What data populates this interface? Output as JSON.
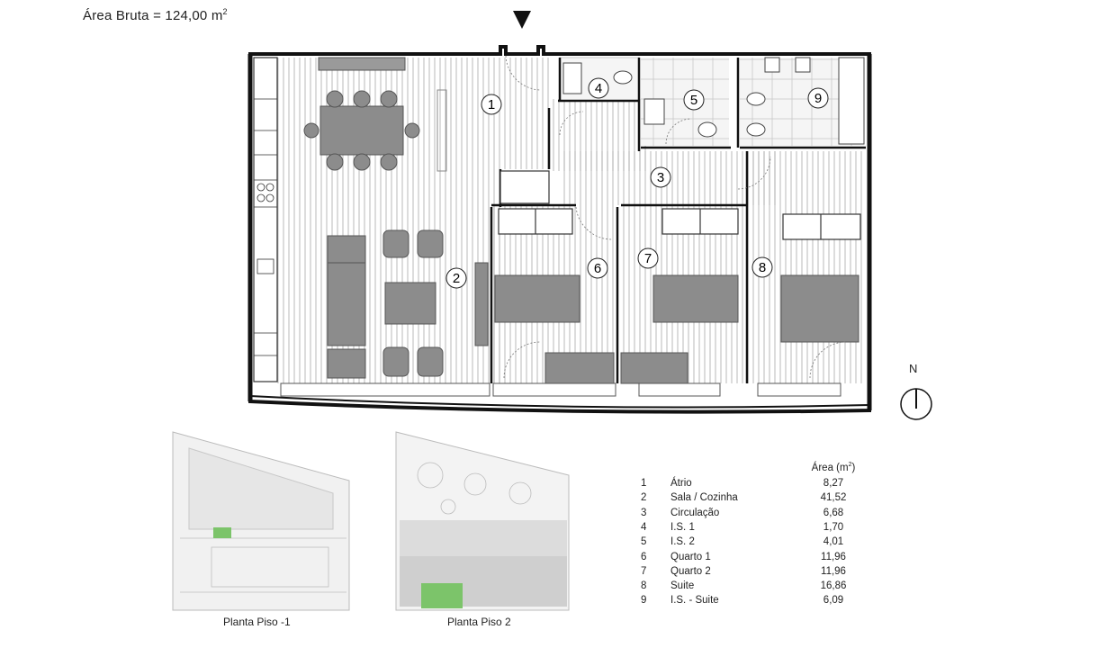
{
  "header": {
    "title_prefix": "Área Bruta = 124,00 m",
    "title_sup": "2"
  },
  "rooms": [
    {
      "id": "1",
      "name": "Átrio",
      "area": "8,27"
    },
    {
      "id": "2",
      "name": "Sala / Cozinha",
      "area": "41,52"
    },
    {
      "id": "3",
      "name": "Circulação",
      "area": "6,68"
    },
    {
      "id": "4",
      "name": "I.S. 1",
      "area": "1,70"
    },
    {
      "id": "5",
      "name": "I.S. 2",
      "area": "4,01"
    },
    {
      "id": "6",
      "name": "Quarto 1",
      "area": "11,96"
    },
    {
      "id": "7",
      "name": "Quarto 2",
      "area": "11,96"
    },
    {
      "id": "8",
      "name": "Suite",
      "area": "16,86"
    },
    {
      "id": "9",
      "name": "I.S. - Suite",
      "area": "6,09"
    }
  ],
  "area_table": {
    "header_prefix": "Área (m",
    "header_sup": "2",
    "header_suffix": ")"
  },
  "north": {
    "label": "N"
  },
  "mini_plans": [
    {
      "caption": "Planta Piso -1"
    },
    {
      "caption": "Planta Piso 2"
    }
  ],
  "colors": {
    "wall": "#111111",
    "furniture": "#8c8c8c",
    "hatch": "#9a9a9a",
    "highlight": "#7cc46a",
    "site": "#ececec"
  }
}
